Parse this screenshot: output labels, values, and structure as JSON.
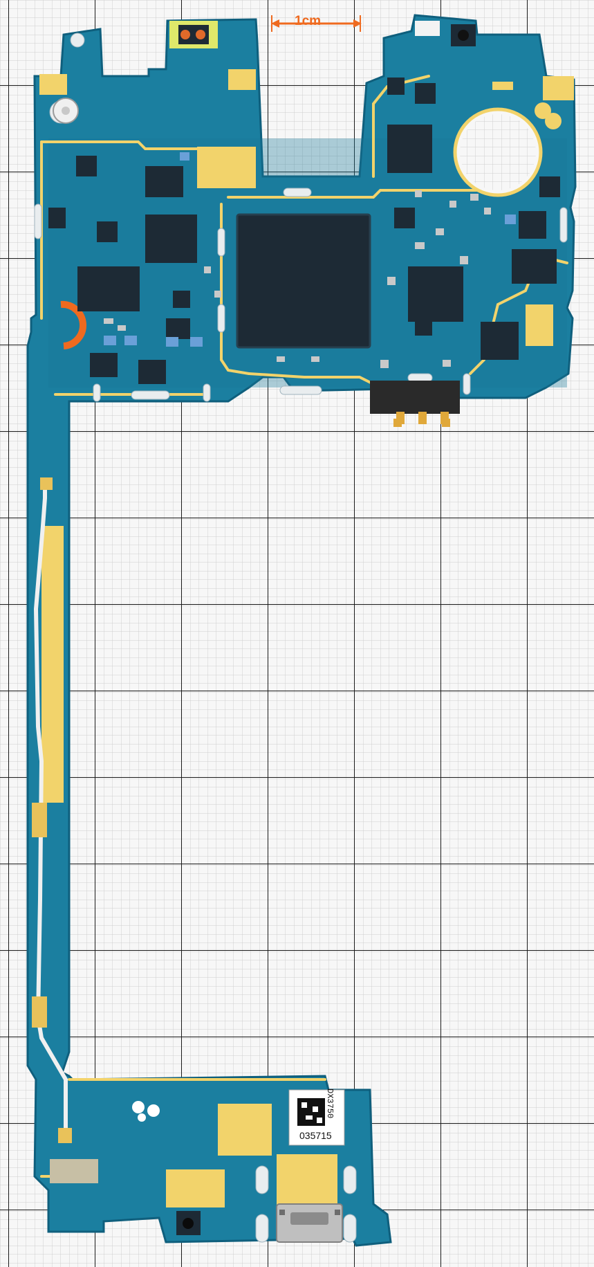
{
  "image": {
    "subject": "smartphone-logic-board-on-mm-grid",
    "colors": {
      "background": "#f7f7f7",
      "grid_minor": "#cfcfcf",
      "grid_major": "#1a1a1a",
      "pcb": "#1b7fa0",
      "pcb_dark": "#0f5f7d",
      "gold": "#f2d36b",
      "chip": "#1d2a35",
      "accent": "#ef6a1f"
    }
  },
  "scale_bar": {
    "label": "1cm"
  },
  "sticker": {
    "code": "035715",
    "id": "DX3750"
  }
}
